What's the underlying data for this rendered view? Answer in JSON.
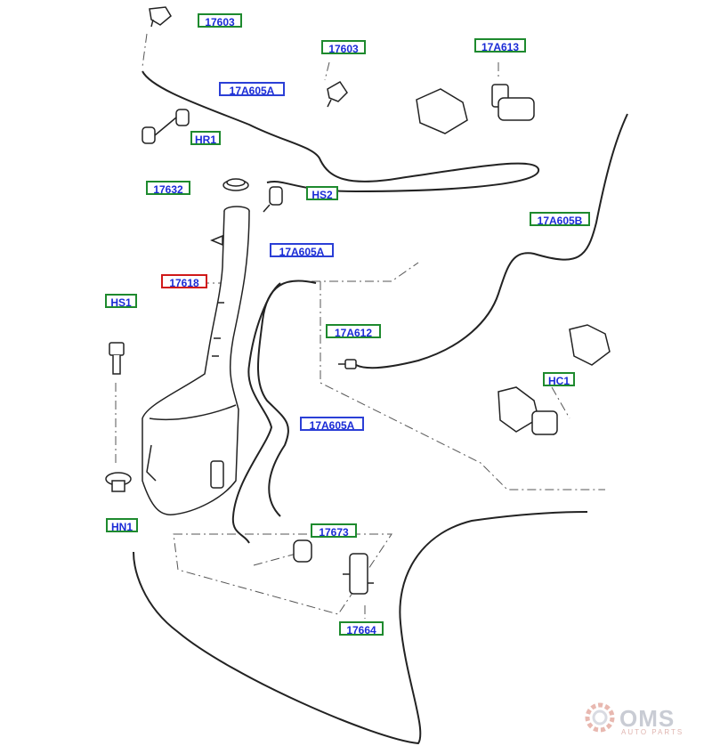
{
  "colors": {
    "label_green_border": "#1e8a2e",
    "label_blue_border": "#2b3fd6",
    "label_red_border": "#d01919",
    "label_text": "#1a2bd6",
    "line": "#222222"
  },
  "labels": {
    "l_17603_top": "17603",
    "l_17603_mid": "17603",
    "l_17A613": "17A613",
    "l_17A605A_top": "17A605A",
    "l_HR1": "HR1",
    "l_17632": "17632",
    "l_HS2": "HS2",
    "l_17A605B": "17A605B",
    "l_17A605A_mid": "17A605A",
    "l_17618": "17618",
    "l_HS1": "HS1",
    "l_17A612": "17A612",
    "l_HC1": "HC1",
    "l_17A605A_low": "17A605A",
    "l_HN1": "HN1",
    "l_17673": "17673",
    "l_17664": "17664"
  },
  "watermark": {
    "brand": "OMS",
    "sub": "AUTO PARTS"
  }
}
